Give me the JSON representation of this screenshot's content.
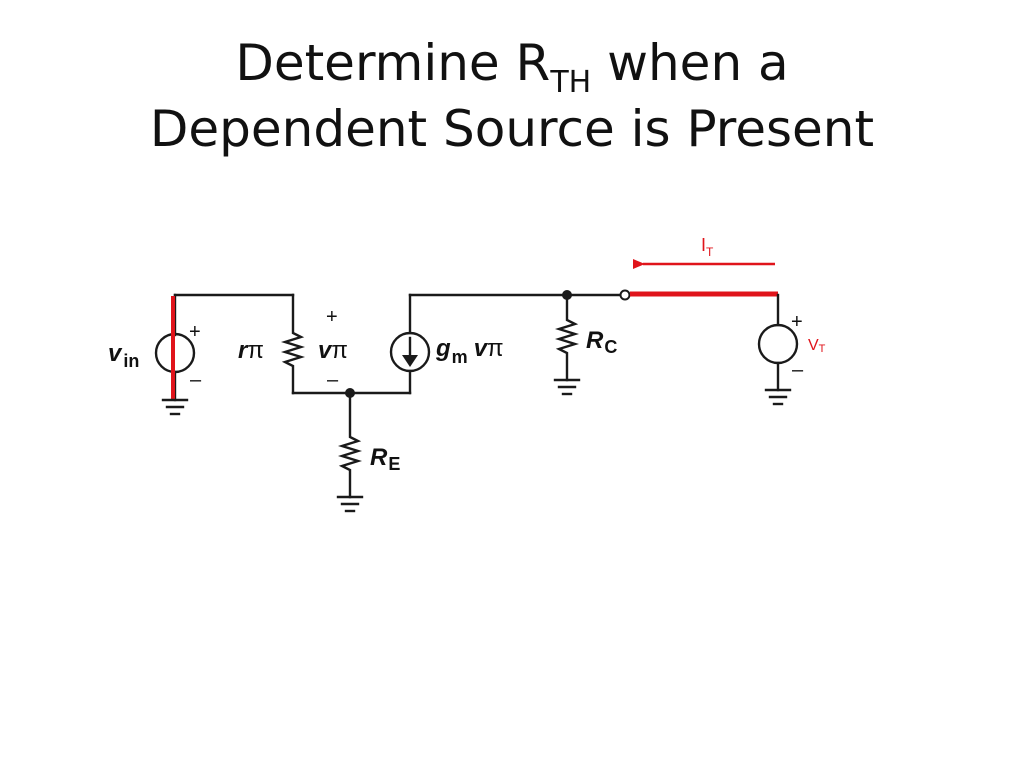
{
  "slide": {
    "title_line1_prefix": "Determine R",
    "title_line1_subscript": "TH",
    "title_line1_suffix": " when a",
    "title_line2": "Dependent Source is Present"
  },
  "circuit": {
    "vin_var": "v",
    "vin_sub": "in",
    "rpi_var": "r",
    "rpi_sym": "π",
    "vpi_var": "v",
    "vpi_sym": "π",
    "gm_var": "g",
    "gm_sub": "m",
    "gm_vpi_var": "v",
    "gm_vpi_sym": "π",
    "rc_var": "R",
    "rc_sub": "C",
    "re_var": "R",
    "re_sub": "E",
    "test_current_var": "I",
    "test_current_sub": "T",
    "test_voltage_var": "V",
    "test_voltage_sub": "T",
    "plus": "+",
    "minus": "–"
  },
  "colors": {
    "wire": "#1a1a1a",
    "highlight": "#e0141b"
  }
}
